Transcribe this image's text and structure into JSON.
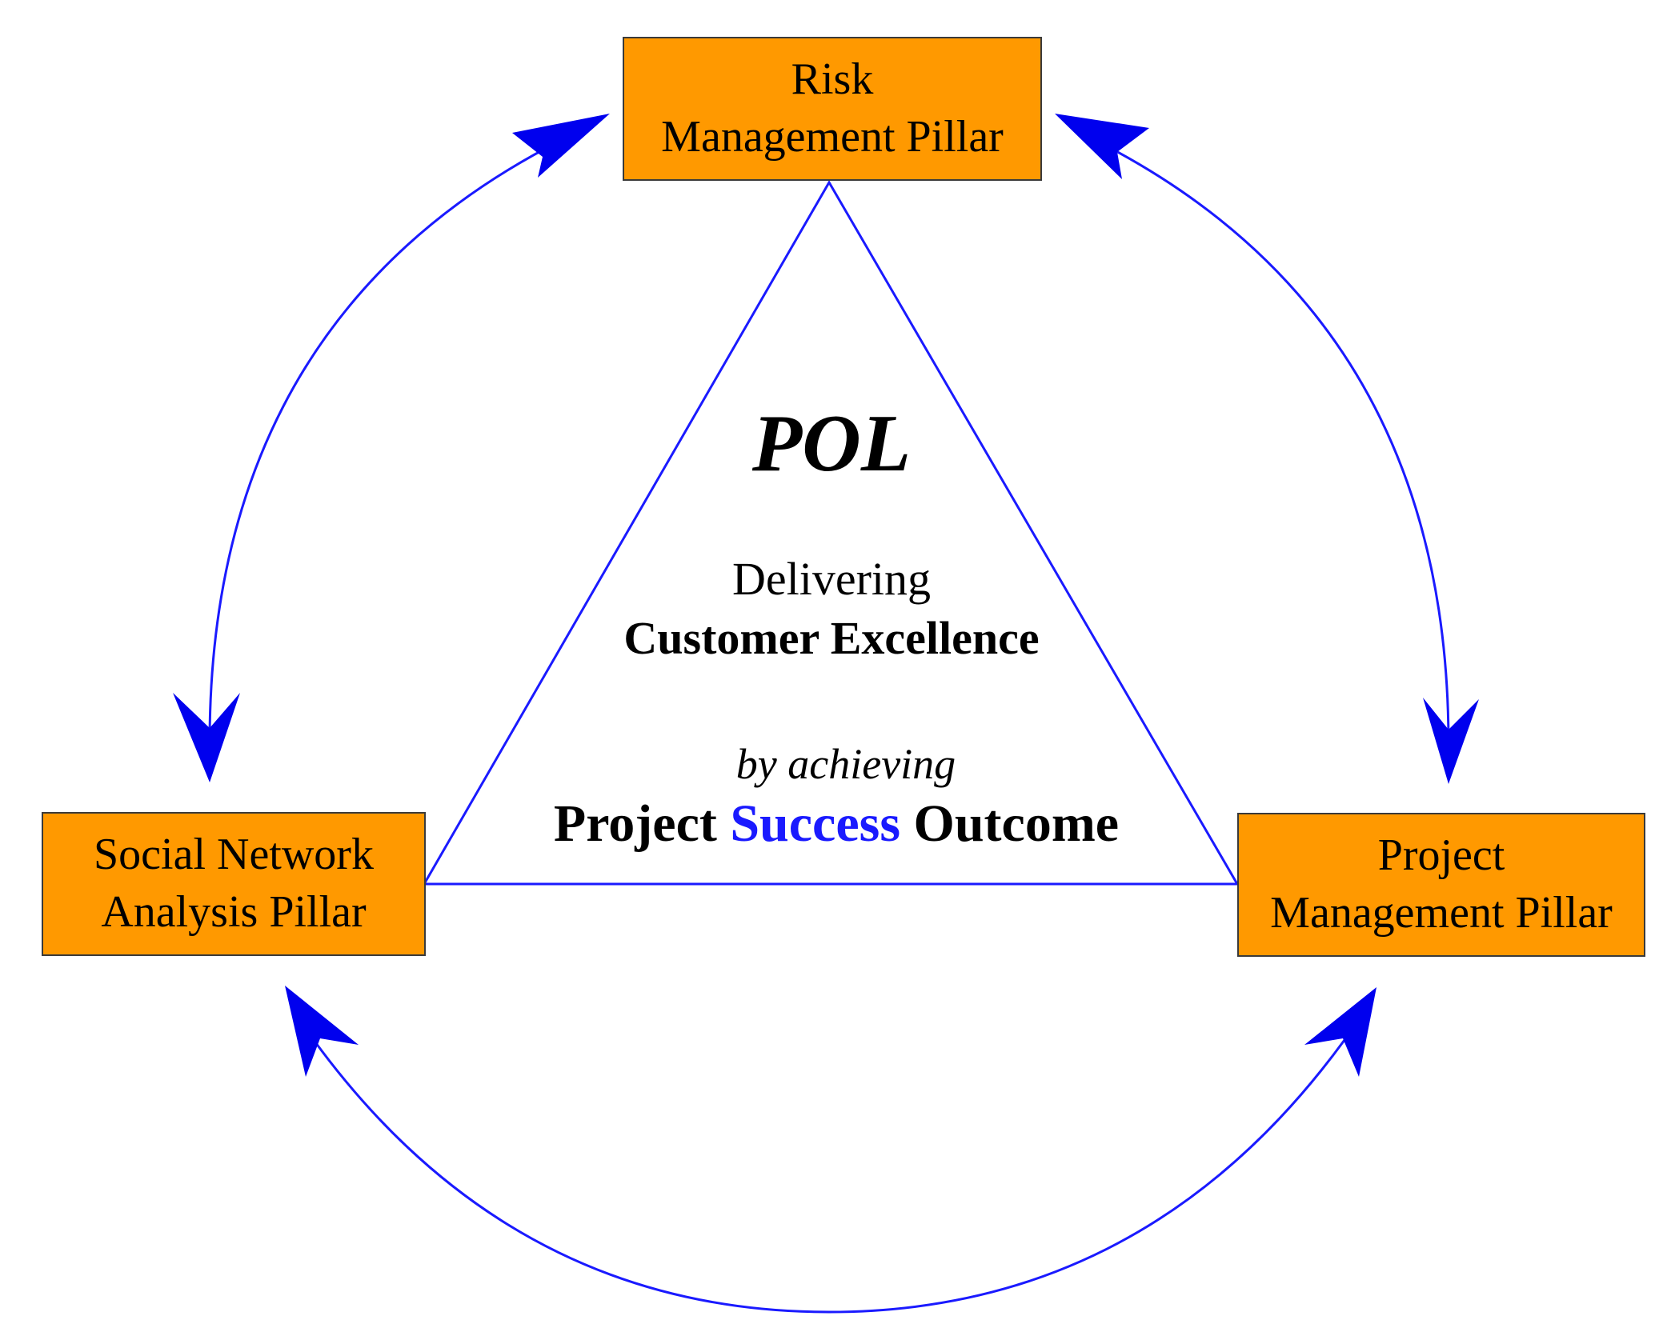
{
  "pillars": {
    "risk": {
      "line1": "Risk",
      "line2": "Management Pillar"
    },
    "social_network": {
      "line1": "Social Network",
      "line2": "Analysis Pillar"
    },
    "project_management": {
      "line1": "Project",
      "line2": "Management Pillar"
    }
  },
  "center": {
    "title": "POL",
    "line1": "Delivering",
    "line2": "Customer Excellence",
    "line3": "by achieving",
    "outcome_prefix": "Project",
    "outcome_highlight": "Success",
    "outcome_suffix": "Outcome"
  },
  "colors": {
    "pillar_fill": "#ff9900",
    "pillar_border": "#3a3a3a",
    "connector": "#1a1aff",
    "highlight": "#1a1aff"
  }
}
